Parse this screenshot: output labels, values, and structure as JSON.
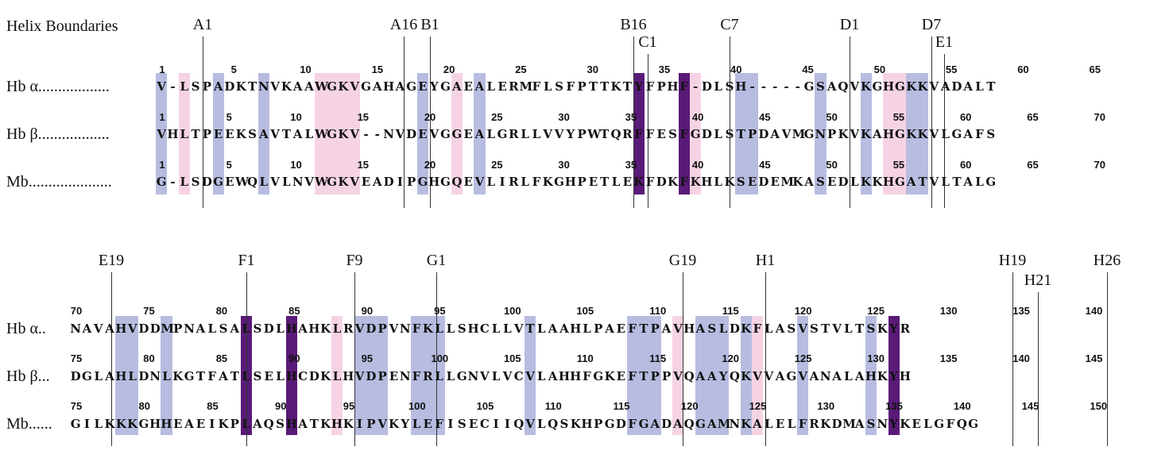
{
  "title": "Helix Boundaries",
  "colors": {
    "pink": "#f3c4db",
    "blue": "#9fa6d6",
    "purple": "#5a1a78",
    "text": "#111111"
  },
  "helix_labels": [
    {
      "id": "A1",
      "label": "A1"
    },
    {
      "id": "A16",
      "label": "A16"
    },
    {
      "id": "B1",
      "label": "B1"
    },
    {
      "id": "B16",
      "label": "B16"
    },
    {
      "id": "C1",
      "label": "C1"
    },
    {
      "id": "C7",
      "label": "C7"
    },
    {
      "id": "D1",
      "label": "D1"
    },
    {
      "id": "D7",
      "label": "D7"
    },
    {
      "id": "E1",
      "label": "E1"
    },
    {
      "id": "E19",
      "label": "E19"
    },
    {
      "id": "F1",
      "label": "F1"
    },
    {
      "id": "F9",
      "label": "F9"
    },
    {
      "id": "G1",
      "label": "G1"
    },
    {
      "id": "G19",
      "label": "G19"
    },
    {
      "id": "H1",
      "label": "H1"
    },
    {
      "id": "H19",
      "label": "H19"
    },
    {
      "id": "H21",
      "label": "H21"
    },
    {
      "id": "H26",
      "label": "H26"
    }
  ],
  "rows": [
    {
      "id": "hba1",
      "label": "Hb α..................",
      "sequence": "V-LSPADKTNVKAAWGKVGAHAGEYGAEALERMFLSFPTTKTYFPHF-DLSH-----GSAQVKGHGKKVADALT",
      "numbers": [
        "1",
        "5",
        "10",
        "15",
        "20",
        "25",
        "30",
        "35",
        "40",
        "45",
        "50",
        "55",
        "60",
        "65"
      ]
    },
    {
      "id": "hbb1",
      "label": "Hb β..................",
      "sequence": "VHLTPEEKSAVTALWGKV--NVDEVGGEALGRLLVVYPWTQRFFESFGDLSTPDAVMGNPKVKAHGKKVLGAFS",
      "numbers": [
        "1",
        "5",
        "10",
        "15",
        "20",
        "25",
        "30",
        "35",
        "40",
        "45",
        "50",
        "55",
        "60",
        "65",
        "70"
      ]
    },
    {
      "id": "mb1",
      "label": "Mb.....................",
      "sequence": "G-LSDGEWQLVLNVWGKVEADIPGHGQEVLIRLFKGHPETLEKFDKFKHLKSEDEMKASEDLKKHGATVLTALG",
      "numbers": [
        "1",
        "5",
        "10",
        "15",
        "20",
        "25",
        "30",
        "35",
        "40",
        "45",
        "50",
        "55",
        "60",
        "65",
        "70"
      ]
    },
    {
      "id": "hba2",
      "label": "Hb α..",
      "sequence": "NAVAHVDDMPNALSALSDLHAHKLRVDPVNFKLLSHCLLVTLAAHLPAEFTPAVHASLDKFLASVSTVLTSKYR",
      "numbers": [
        "70",
        "75",
        "80",
        "85",
        "90",
        "95",
        "100",
        "105",
        "110",
        "115",
        "120",
        "125",
        "130",
        "135",
        "140"
      ]
    },
    {
      "id": "hbb2",
      "label": "Hb β...",
      "sequence": "DGLAHLDNLKGTFATLSELHCDKLHVDPENFRLLGNVLVCVLAHHFGKEFTPPVQAAYQKVVAGVANALAHKYH",
      "numbers": [
        "75",
        "80",
        "85",
        "90",
        "95",
        "100",
        "105",
        "110",
        "115",
        "120",
        "125",
        "130",
        "135",
        "140",
        "145"
      ]
    },
    {
      "id": "mb2",
      "label": "Mb......",
      "sequence": "GILKKKGHHEAEIKPLAQSHATKHKIPVKYLEFISECIIQVLQSKHPGDFGADAQGAMNKALELFRKDMASNYKELGFQG",
      "numbers": [
        "75",
        "80",
        "85",
        "90",
        "95",
        "100",
        "105",
        "110",
        "115",
        "120",
        "125",
        "130",
        "135",
        "140",
        "145",
        "150"
      ]
    }
  ]
}
